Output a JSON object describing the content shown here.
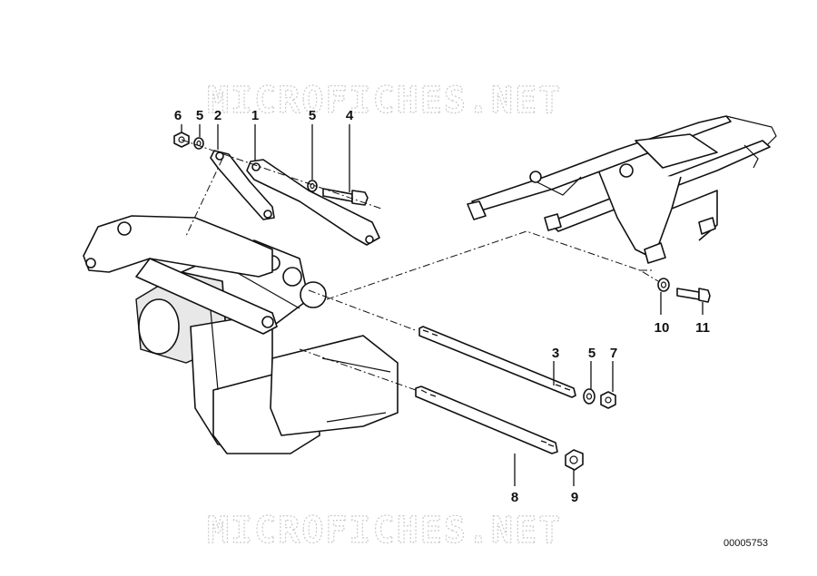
{
  "diagram": {
    "document_number": "00005753",
    "watermark": "MICROFICHES.NET",
    "callouts": {
      "c1": "1",
      "c2": "2",
      "c3": "3",
      "c4": "4",
      "c5a": "5",
      "c5b": "5",
      "c5c": "5",
      "c6": "6",
      "c7": "7",
      "c8": "8",
      "c9": "9",
      "c10": "10",
      "c11": "11"
    }
  }
}
